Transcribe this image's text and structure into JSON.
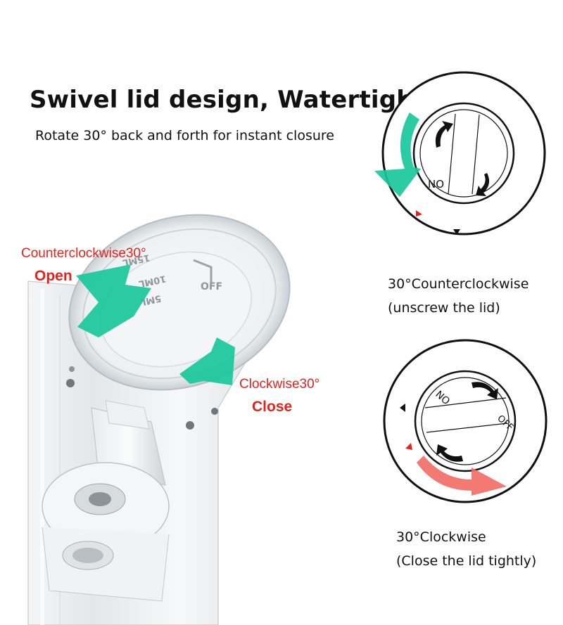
{
  "headline": "Swivel lid design, Watertight",
  "subline": "Rotate 30° back and forth for instant closure",
  "product_callouts": {
    "counterclockwise_angle": "Counterclockwise30°",
    "counterclockwise_action": "Open",
    "clockwise_angle": "Clockwise30°",
    "clockwise_action": "Close"
  },
  "lid_markings": {
    "top": "15ML",
    "middle": "10ML",
    "lower": "5ML",
    "side": "OFF"
  },
  "diagram_open": {
    "dial_label": "NO",
    "caption_line1": "30°Counterclockwise",
    "caption_line2": "(unscrew the lid)",
    "arrow_color": "#19c79b"
  },
  "diagram_close": {
    "dial_label_left": "NO",
    "dial_label_right": "OFF",
    "caption_line1": "30°Clockwise",
    "caption_line2": "(Close the lid tightly)",
    "arrow_color": "#f26b63"
  },
  "marker_color": "#e5231b"
}
